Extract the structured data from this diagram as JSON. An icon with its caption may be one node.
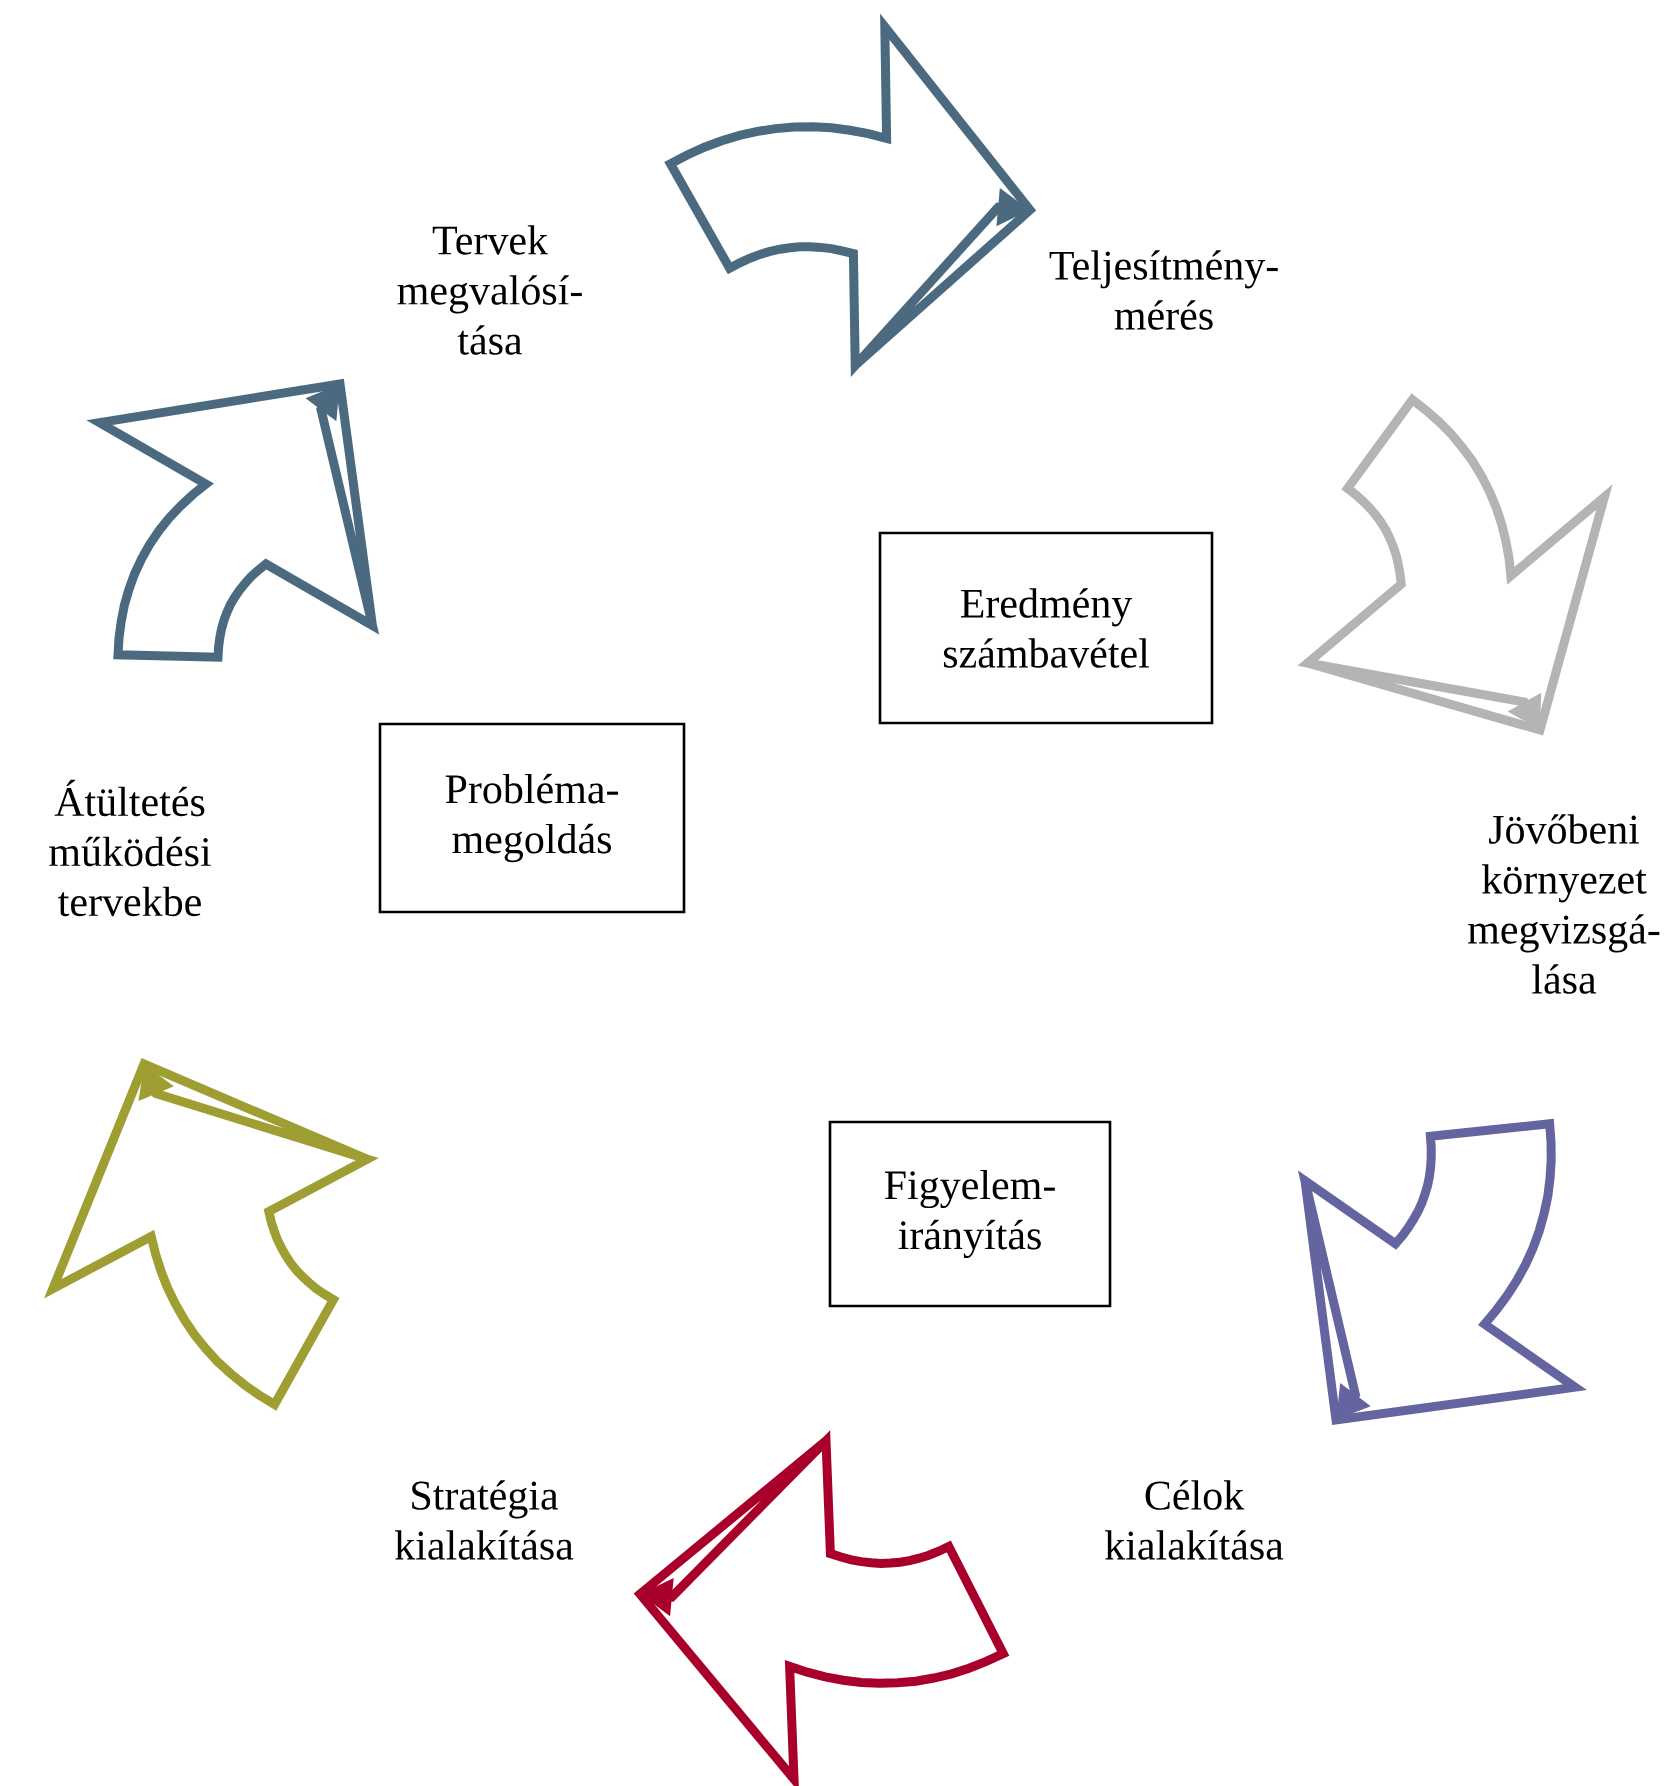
{
  "diagram": {
    "nodes": [
      {
        "text": [
          "Tervek megvalósí- tása"
        ]
      },
      {
        "text": [
          "Teljesítmény- mérés"
        ]
      },
      {
        "text": [
          "Jövőbeni környezet megvizsgá- lása"
        ]
      },
      {
        "text": [
          "Célok kialakítása"
        ]
      },
      {
        "text": [
          "Stratégia kialakítása"
        ]
      },
      {
        "text": [
          "Átültetés működési tervekbe"
        ]
      },
      {
        "text": [
          "Eredmény számbavétel"
        ]
      },
      {
        "text": [
          "Probléma- megoldás"
        ]
      },
      {
        "text": [
          "Figyelem- irányítás"
        ]
      }
    ],
    "edges": [
      {
        "from": 0,
        "to": 1,
        "arrow": "to",
        "color": "#4b6a80"
      },
      {
        "from": 1,
        "to": 2,
        "arrow": "to",
        "color": "#b4b4b4"
      },
      {
        "from": 2,
        "to": 3,
        "arrow": "to",
        "color": "#6464a0"
      },
      {
        "from": 3,
        "to": 4,
        "arrow": "to",
        "color": "#a8002a"
      },
      {
        "from": 4,
        "to": 5,
        "arrow": "to",
        "color": "#9e9e32"
      },
      {
        "from": 5,
        "to": 0,
        "arrow": "to",
        "color": "#4b6a80"
      }
    ]
  }
}
